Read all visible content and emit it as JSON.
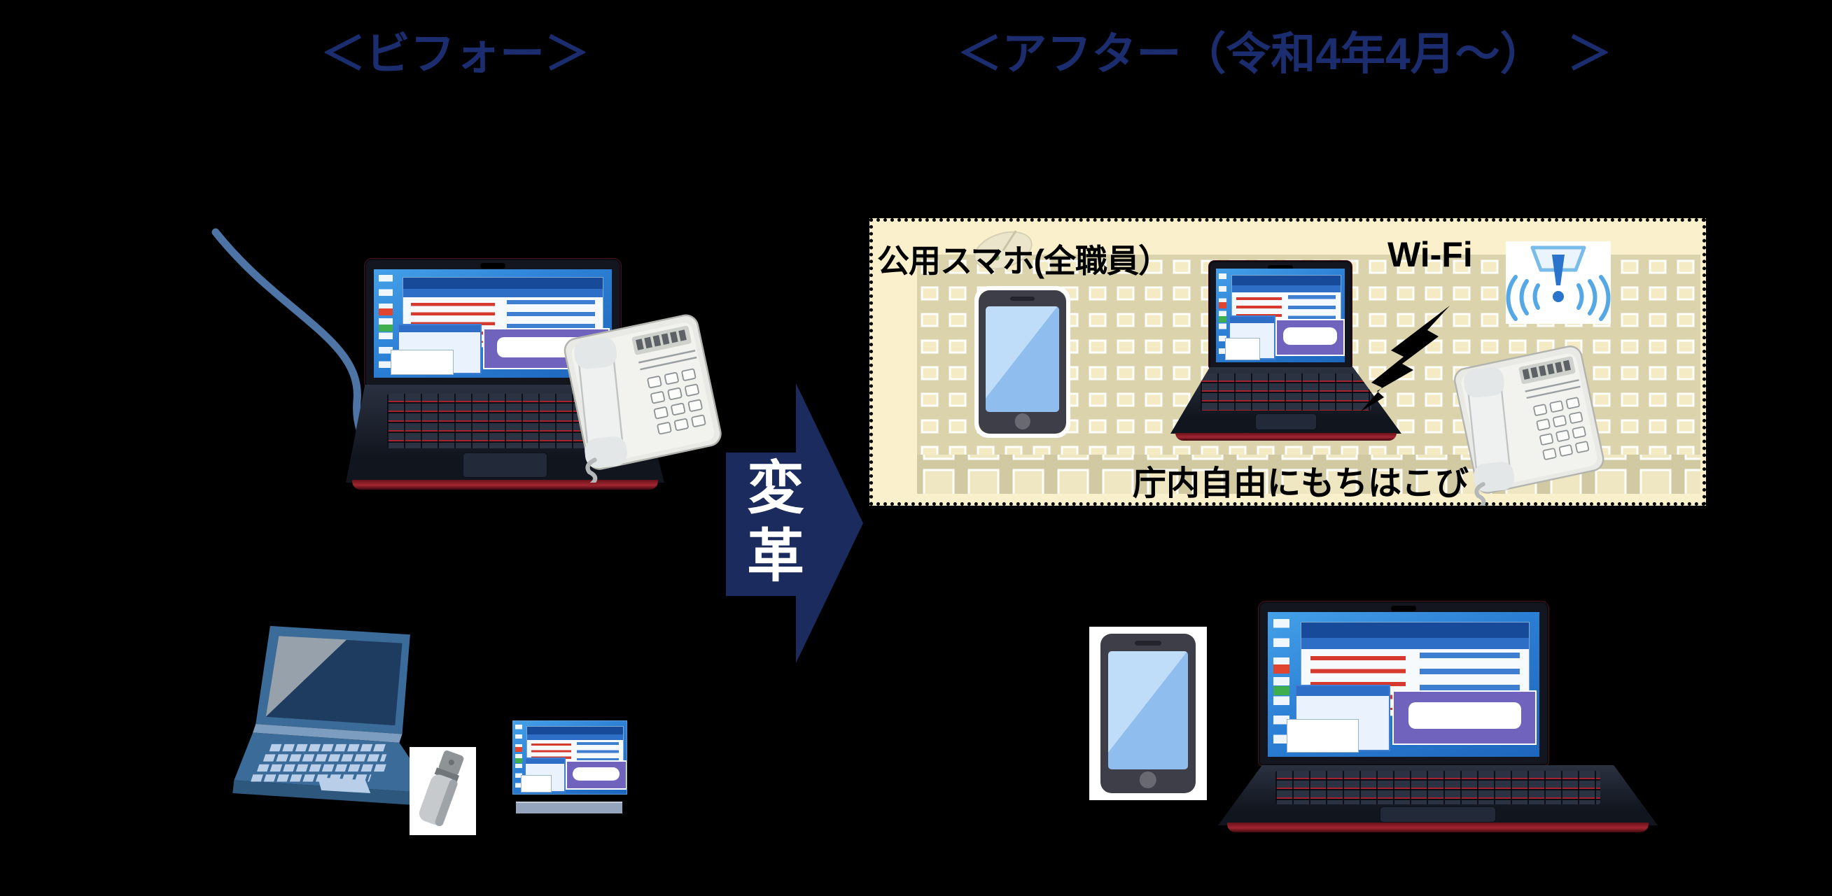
{
  "headings": {
    "before": "＜ビフォー＞",
    "after": "＜アフター（令和4年4月～）　＞"
  },
  "arrow": {
    "label": "変革"
  },
  "after_panel": {
    "smartphone_label": "公用スマホ(全職員）",
    "wifi_label": "Wi-Fi",
    "bottom_label": "庁内自由にもちはこび"
  },
  "colors": {
    "background": "#000000",
    "heading_text": "#1b2d6e",
    "arrow_fill": "#1b2b5e",
    "arrow_text": "#ffffff",
    "panel_background": "#faf0cc",
    "panel_border": "#000000",
    "label_text": "#000000",
    "cable": "#4e74a5",
    "lightning": "#000000"
  },
  "icons": [
    "lan-cable-icon",
    "laptop-photo-icon",
    "desk-phone-icon",
    "laptop-illustration-icon",
    "usb-memory-icon",
    "pc-screenshot-icon",
    "office-building-icon",
    "satellite-dish-icon",
    "smartphone-icon",
    "wifi-access-point-icon",
    "lightning-bolt-icon"
  ]
}
